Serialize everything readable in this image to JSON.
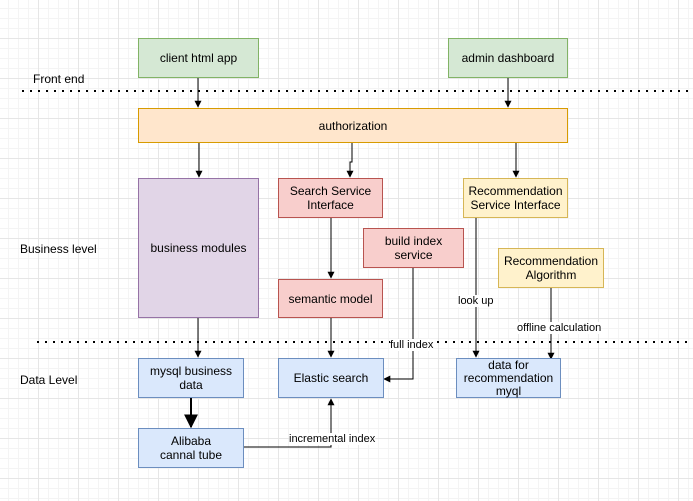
{
  "levels": {
    "front_end": "Front end",
    "business": "Business level",
    "data": "Data Level"
  },
  "nodes": {
    "client_app": "client html  app",
    "admin_dashboard": "admin dashboard",
    "authorization": "authorization",
    "business_modules": "business modules",
    "search_service": "Search Service\nInterface",
    "recommendation_service": "Recommendation\nService Interface",
    "build_index": "build index\nservice",
    "recommendation_algorithm": "Recommendation\nAlgorithm",
    "semantic_model": "semantic model",
    "mysql_business_data": "mysql business\ndata",
    "elastic_search": "Elastic search",
    "data_for_recommendation": "data for\nrecommendation\nmyql",
    "alibaba_cannal": "Alibaba\ncannal tube"
  },
  "edges": {
    "look_up": "look up",
    "offline_calculation": "offline calculation",
    "full_index": "full index",
    "incremental_index": "incremental index"
  },
  "colors": {
    "green_fill": "#d5e8d4",
    "green_stroke": "#82b366",
    "orange_fill": "#ffe6cc",
    "orange_stroke": "#d79b00",
    "purple_fill": "#e1d5e7",
    "purple_stroke": "#9673a6",
    "red_fill": "#f8cecc",
    "red_stroke": "#b85450",
    "yellow_fill": "#fff2cc",
    "yellow_stroke": "#d6b656",
    "blue_fill": "#dae8fc",
    "blue_stroke": "#6c8ebf"
  }
}
